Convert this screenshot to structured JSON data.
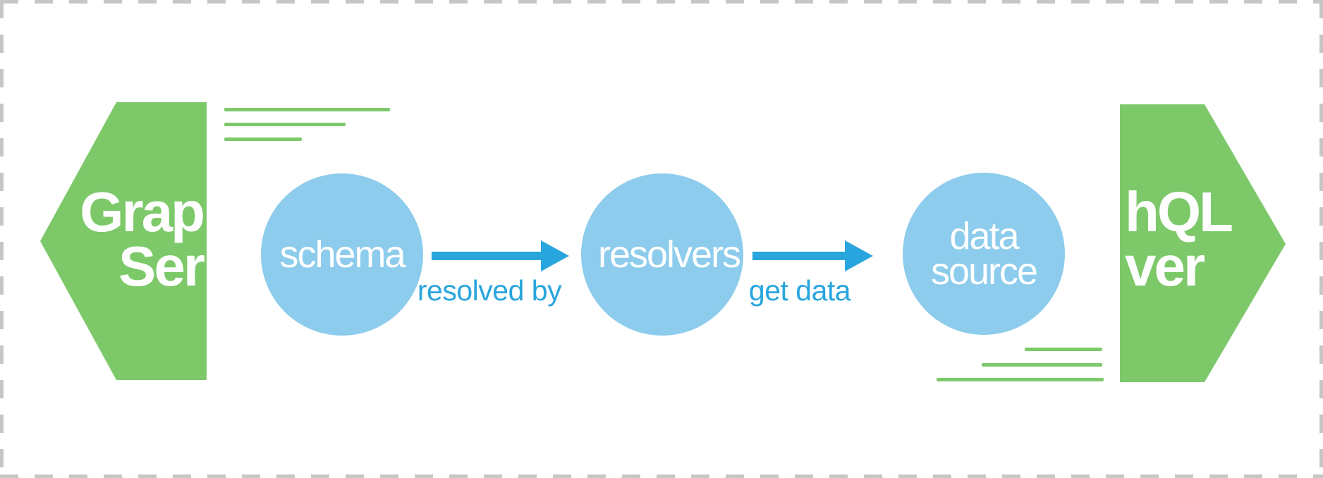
{
  "colors": {
    "green": "#7DC96A",
    "node_blue": "#8DCCEC",
    "arrow_blue": "#29A5DD",
    "text_white": "#FFFFFF",
    "border_gray": "#C6C6C6"
  },
  "server_banner": {
    "left_half": {
      "line1": "Grap",
      "line2": "Ser"
    },
    "right_half": {
      "line1": "hQL",
      "line2": "ver"
    }
  },
  "nodes": [
    {
      "id": "schema",
      "label": "schema"
    },
    {
      "id": "resolvers",
      "label": "resolvers"
    },
    {
      "id": "data_source",
      "label": "data source"
    }
  ],
  "edges": [
    {
      "from": "schema",
      "to": "resolvers",
      "label": "resolved by"
    },
    {
      "from": "resolvers",
      "to": "data_source",
      "label": "get data"
    }
  ]
}
